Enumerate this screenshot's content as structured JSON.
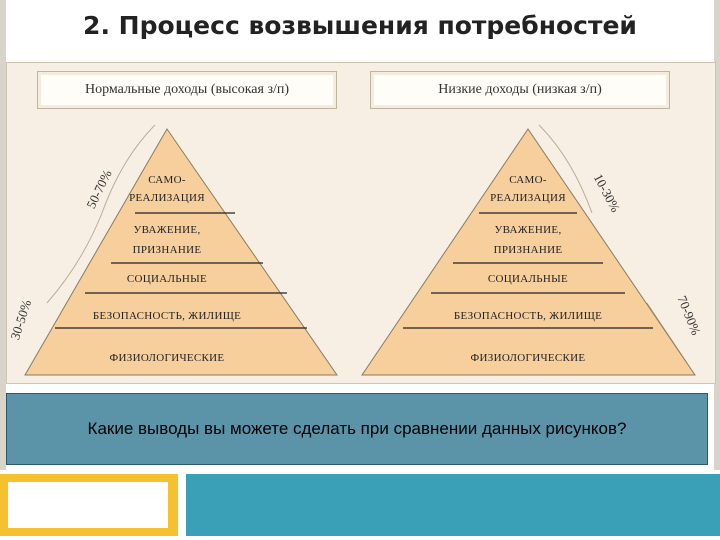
{
  "slide": {
    "title": "2. Процесс возвышения потребностей",
    "question": "Какие выводы вы можете сделать при сравнении данных рисунков?"
  },
  "pyramids": [
    {
      "header": "Нормальные доходы (высокая з/п)",
      "levels": [
        "САМО-",
        "РЕАЛИЗАЦИЯ",
        "УВАЖЕНИЕ,",
        "ПРИЗНАНИЕ",
        "СОЦИАЛЬНЫЕ",
        "БЕЗОПАСНОСТЬ, ЖИЛИЩЕ",
        "ФИЗИОЛОГИЧЕСКИЕ"
      ],
      "top_share": "50-70%",
      "bottom_share": "30-50%"
    },
    {
      "header": "Низкие доходы (низкая з/п)",
      "levels": [
        "САМО-",
        "РЕАЛИЗАЦИЯ",
        "УВАЖЕНИЕ,",
        "ПРИЗНАНИЕ",
        "СОЦИАЛЬНЫЕ",
        "БЕЗОПАСНОСТЬ, ЖИЛИЩЕ",
        "ФИЗИОЛОГИЧЕСКИЕ"
      ],
      "top_share": "10-30%",
      "bottom_share": "70-90%"
    }
  ],
  "colors": {
    "pyramid_fill": "#f6cf9c",
    "accent_yellow": "#f5c12e",
    "accent_teal": "#3aa0b8",
    "question_bg": "#5b93a8"
  }
}
